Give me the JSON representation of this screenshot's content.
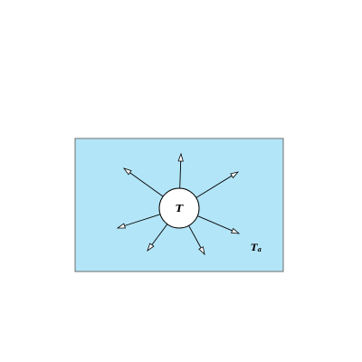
{
  "diagram": {
    "center_label": "T",
    "ambient_label": {
      "main": "T",
      "subscript": "a"
    },
    "colors": {
      "background": "#b3e5f8",
      "border": "#6e6e6e",
      "circle_fill": "#ffffff",
      "stroke": "#000000",
      "arrowhead_fill": "#ffffff"
    }
  }
}
